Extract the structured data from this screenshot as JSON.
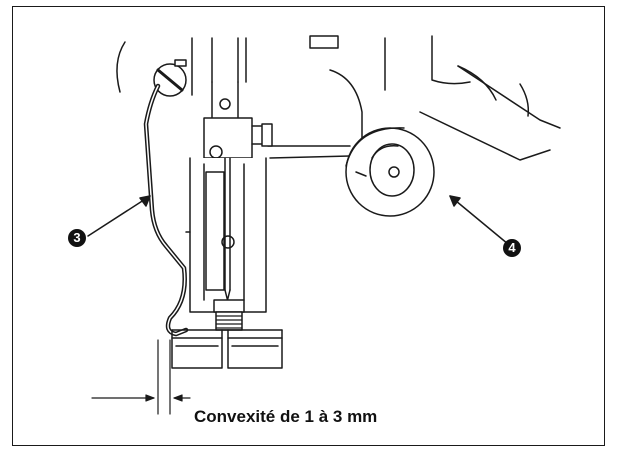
{
  "callouts": {
    "part_3": "3",
    "part_4": "4"
  },
  "caption": "Convexité de 1 à 3 mm",
  "colors": {
    "line": "#1a1a1a",
    "background": "#ffffff"
  }
}
